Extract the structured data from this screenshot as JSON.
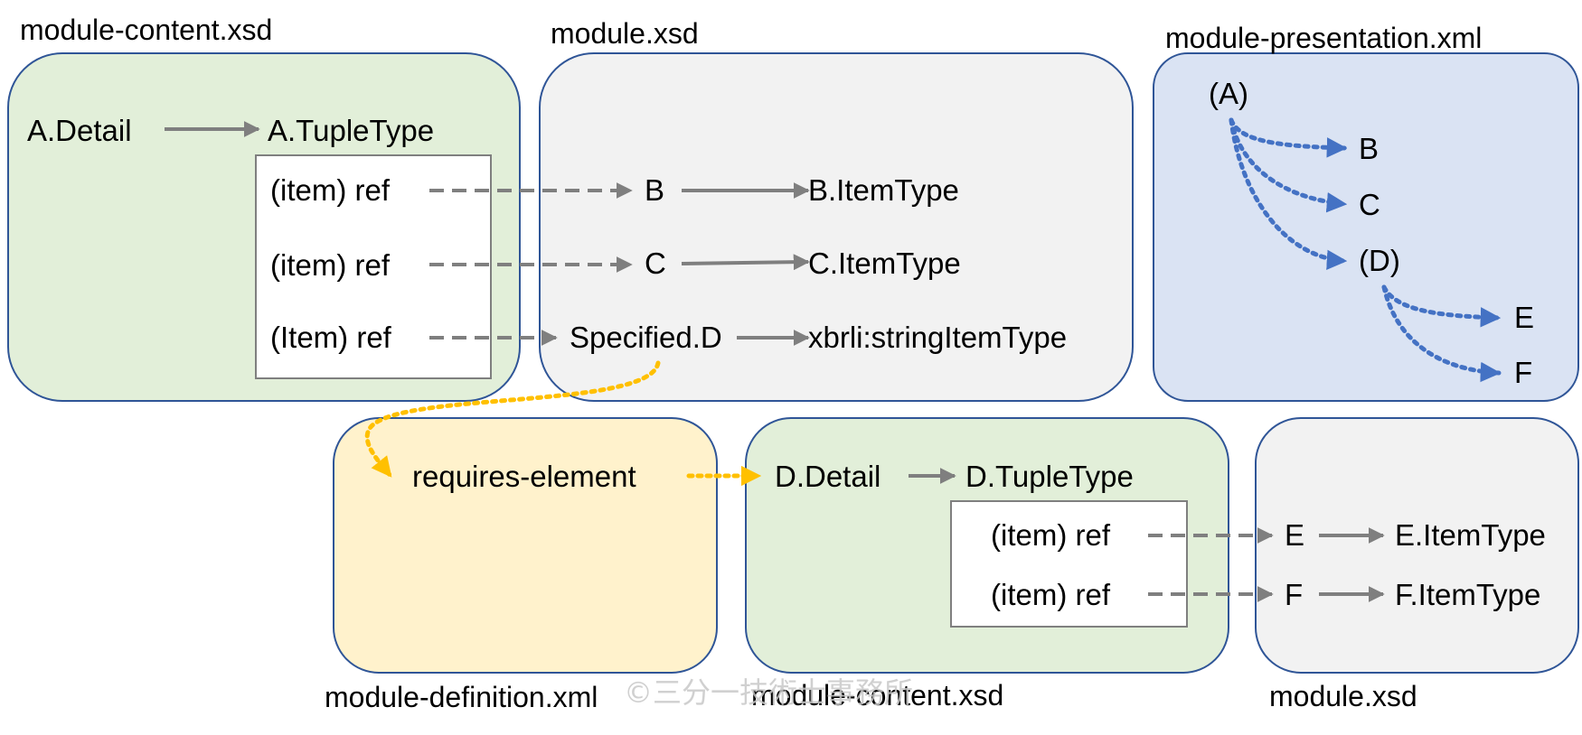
{
  "colors": {
    "green_panel": "#e2efd9",
    "grey_panel": "#f2f2f2",
    "blue_panel": "#dae3f3",
    "yellow_panel": "#fff2cc",
    "panel_border": "#2f5597",
    "arrow_grey": "#7f7f7f",
    "dotted_blue": "#4472c4",
    "dotted_yellow": "#ffc000"
  },
  "panels": {
    "content_top": {
      "title": "module-content.xsd",
      "detail": "A.Detail",
      "tuple_type": "A.TupleType",
      "refs": [
        "(item) ref",
        "(item) ref",
        "(Item) ref"
      ]
    },
    "module_top": {
      "title": "module.xsd",
      "b": "B",
      "b_type": "B.ItemType",
      "c": "C",
      "c_type": "C.ItemType",
      "d": "Specified.D",
      "d_type": "xbrli:stringItemType"
    },
    "presentation": {
      "title": "module-presentation.xml",
      "root": "(A)",
      "b": "B",
      "c": "C",
      "d": "(D)",
      "e": "E",
      "f": "F"
    },
    "definition": {
      "title": "module-definition.xml",
      "requires": "requires-element"
    },
    "content_bottom": {
      "title": "module-content.xsd",
      "detail": "D.Detail",
      "tuple_type": "D.TupleType",
      "refs": [
        "(item) ref",
        "(item) ref"
      ]
    },
    "module_bottom": {
      "title": "module.xsd",
      "e": "E",
      "e_type": "E.ItemType",
      "f": "F",
      "f_type": "F.ItemType"
    }
  },
  "watermark": "©三分一技術士事務所"
}
